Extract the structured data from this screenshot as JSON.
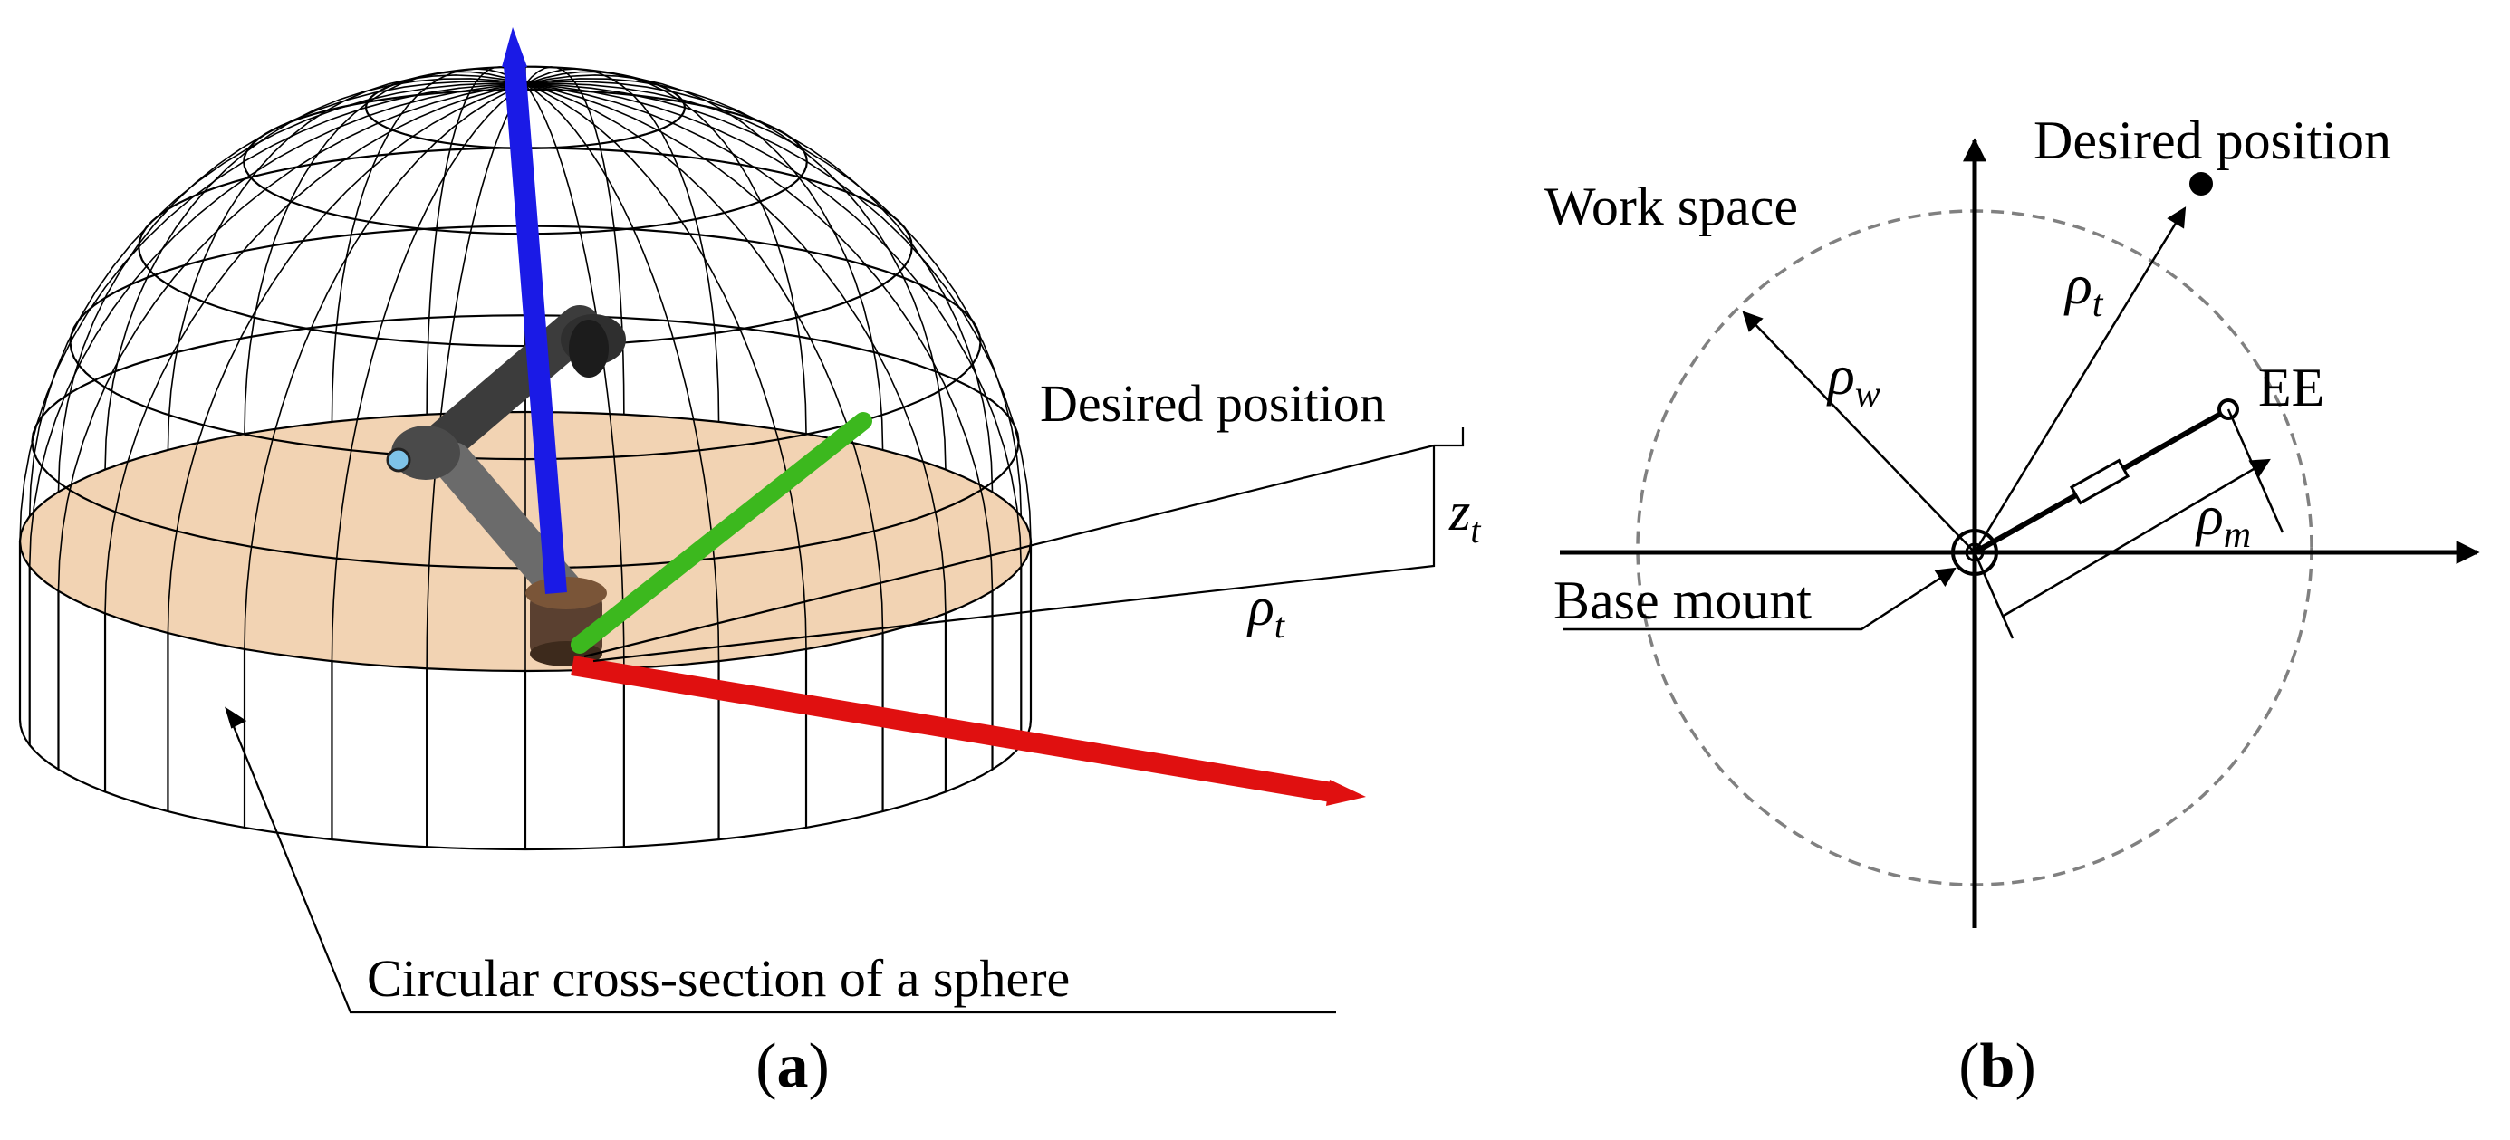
{
  "panel_a": {
    "caption_open": "(",
    "caption_letter": "a",
    "caption_close": ")",
    "desired_position": "Desired position",
    "z_symbol": "z",
    "z_sub": "t",
    "rho_symbol": "ρ",
    "rho_sub": "t",
    "cross_section": "Circular cross-section of a sphere"
  },
  "panel_b": {
    "caption_open": "(",
    "caption_letter": "b",
    "caption_close": ")",
    "desired_position": "Desired position",
    "work_space": "Work space",
    "ee": "EE",
    "base_mount": "Base mount",
    "rho_t_symbol": "ρ",
    "rho_t_sub": "t",
    "rho_w_symbol": "ρ",
    "rho_w_sub": "w",
    "rho_m_symbol": "ρ",
    "rho_m_sub": "m"
  },
  "colors": {
    "z_axis": "#1a1ae6",
    "x_axis": "#e01010",
    "y_axis": "#3cb81e",
    "cross_section_fill": "#f2d3b3",
    "workspace_circle": "#808080"
  }
}
